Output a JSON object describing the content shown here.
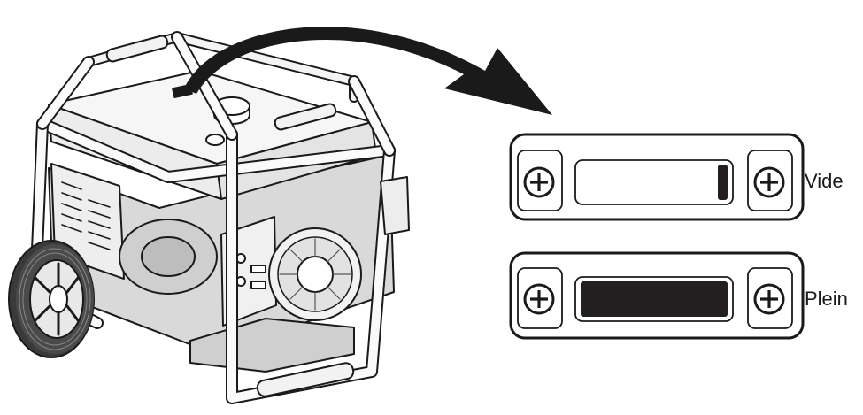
{
  "diagram": {
    "generator_icon": "portable-generator-icon",
    "arrow_icon": "curved-arrow-icon",
    "screw_icon": "phillips-screw-icon",
    "gauges": [
      {
        "label": "Vide",
        "fuel_fraction": 0.05
      },
      {
        "label": "Plein",
        "fuel_fraction": 1.0
      }
    ]
  },
  "colors": {
    "line": "#1a1a1a",
    "fill": "#f4f4f4",
    "shade": "#d6d6d6",
    "indicator": "#231f20"
  }
}
